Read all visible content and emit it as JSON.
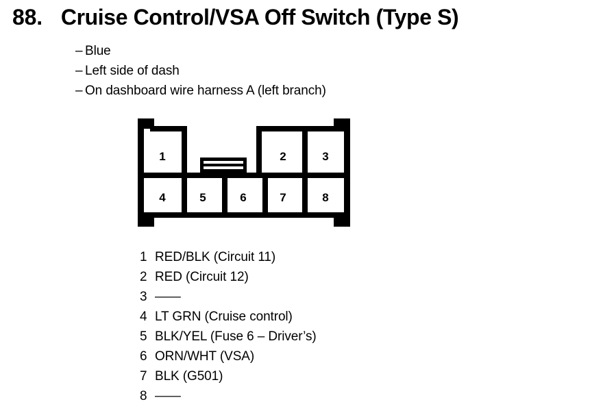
{
  "header": {
    "number": "88.",
    "title": "Cruise Control/VSA Off Switch (Type S)",
    "notes": [
      {
        "dash": "–",
        "text": "Blue"
      },
      {
        "dash": "–",
        "text": "Left side of dash"
      },
      {
        "dash": "–",
        "text": "On dashboard wire harness A (left branch)"
      }
    ]
  },
  "connector": {
    "cells": {
      "top": [
        {
          "label": "1"
        },
        {
          "label": "2"
        },
        {
          "label": "3"
        }
      ],
      "bottom": [
        {
          "label": "4"
        },
        {
          "label": "5"
        },
        {
          "label": "6"
        },
        {
          "label": "7"
        },
        {
          "label": "8"
        }
      ]
    },
    "stroke_color": "#000000",
    "fill_color": "#ffffff"
  },
  "pin_legend": [
    {
      "index": "1",
      "desc": "RED/BLK (Circuit 11)"
    },
    {
      "index": "2",
      "desc": "RED (Circuit 12)"
    },
    {
      "index": "3",
      "desc": "——"
    },
    {
      "index": "4",
      "desc": "LT GRN (Cruise control)"
    },
    {
      "index": "5",
      "desc": "BLK/YEL (Fuse 6 – Driver’s)"
    },
    {
      "index": "6",
      "desc": "ORN/WHT (VSA)"
    },
    {
      "index": "7",
      "desc": "BLK (G501)"
    },
    {
      "index": "8",
      "desc": "——"
    }
  ]
}
